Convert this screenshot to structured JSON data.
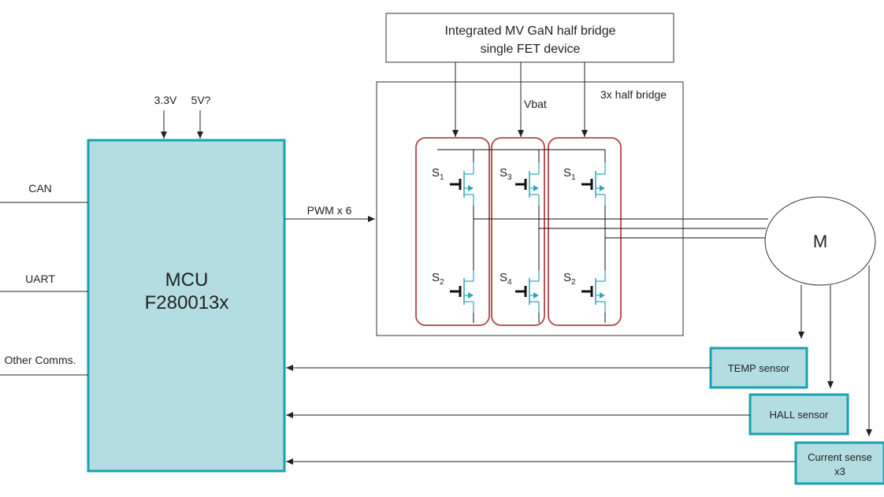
{
  "gan_device": {
    "line1": "Integrated MV GaN half bridge",
    "line2": "single FET device"
  },
  "supplies": {
    "v33": "3.3V",
    "v5": "5V?"
  },
  "mcu": {
    "line1": "MCU",
    "line2": "F280013x"
  },
  "comms": {
    "can": "CAN",
    "uart": "UART",
    "other": "Other Comms."
  },
  "pwm_label": "PWM x 6",
  "bridge": {
    "vbat": "Vbat",
    "title": "3x half bridge"
  },
  "switches": {
    "s1_letter": "S",
    "s1_sub": "1",
    "s3_letter": "S",
    "s3_sub": "3",
    "s1b_letter": "S",
    "s1b_sub": "1",
    "s2_letter": "S",
    "s2_sub": "2",
    "s4_letter": "S",
    "s4_sub": "4",
    "s2b_letter": "S",
    "s2b_sub": "2"
  },
  "motor": "M",
  "sensors": {
    "temp": "TEMP sensor",
    "hall": "HALL sensor",
    "current_line1": "Current sense",
    "current_line2": "x3"
  },
  "colors": {
    "mcu_fill": "#b3dde0",
    "mcu_stroke": "#17a3b0",
    "bridge_group": "#b0444a",
    "fet": "#2aa6b8",
    "line": "#222222"
  }
}
